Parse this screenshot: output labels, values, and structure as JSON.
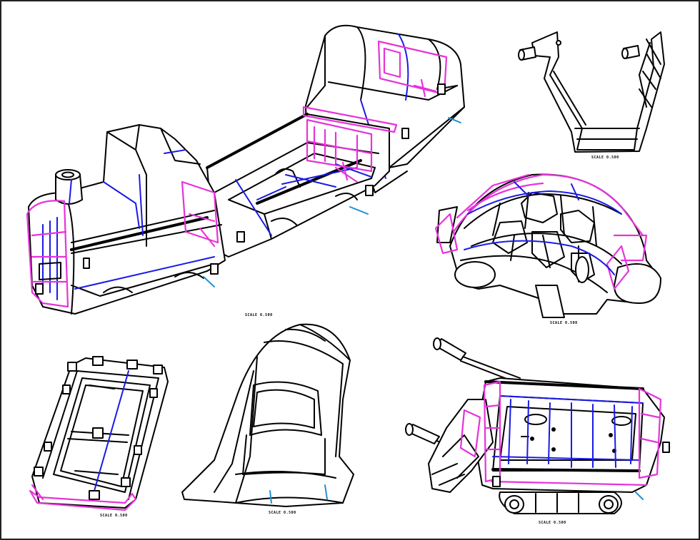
{
  "sheet": {
    "colors": {
      "outline": "#000000",
      "blue": "#1a1ae6",
      "magenta": "#e633d9",
      "cyan": "#1f8fd6",
      "paper": "#ffffff",
      "border": "#222222"
    }
  },
  "views": {
    "train": {
      "scale_label": "SCALE  0.500"
    },
    "bracket": {
      "scale_label": "SCALE  0.500"
    },
    "turtle": {
      "scale_label": "SCALE  0.500"
    },
    "tray": {
      "scale_label": "SCALE  0.500"
    },
    "rocket": {
      "scale_label": "SCALE  0.500"
    },
    "wagon": {
      "scale_label": "SCALE  0.500"
    }
  }
}
